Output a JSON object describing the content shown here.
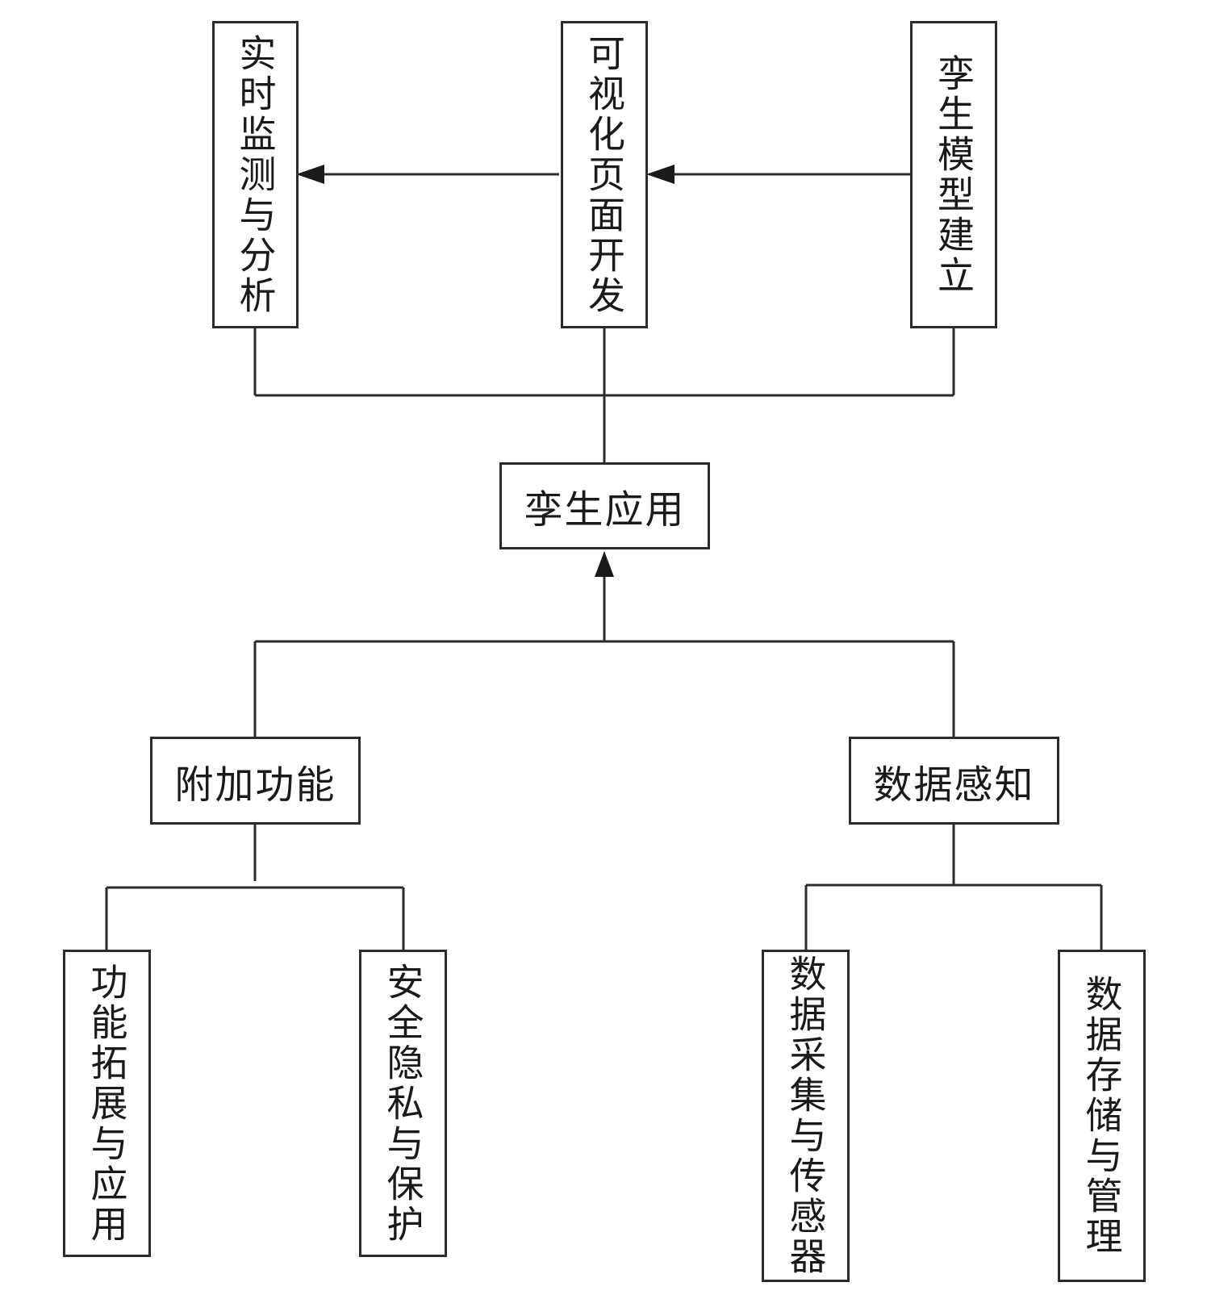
{
  "colors": {
    "line": "#2b2b2b",
    "text": "#1a1a1a",
    "background": "#ffffff"
  },
  "boxes": {
    "realtime_monitoring": "实时监测与分析",
    "visualization_dev": "可视化页面开发",
    "twin_model": "孪生模型建立",
    "twin_application": "孪生应用",
    "additional_functions": "附加功能",
    "data_perception": "数据感知",
    "function_extension": "功能拓展与应用",
    "security_privacy": "安全隐私与保护",
    "data_collection": "数据采集与传感器",
    "data_storage": "数据存储与管理"
  }
}
